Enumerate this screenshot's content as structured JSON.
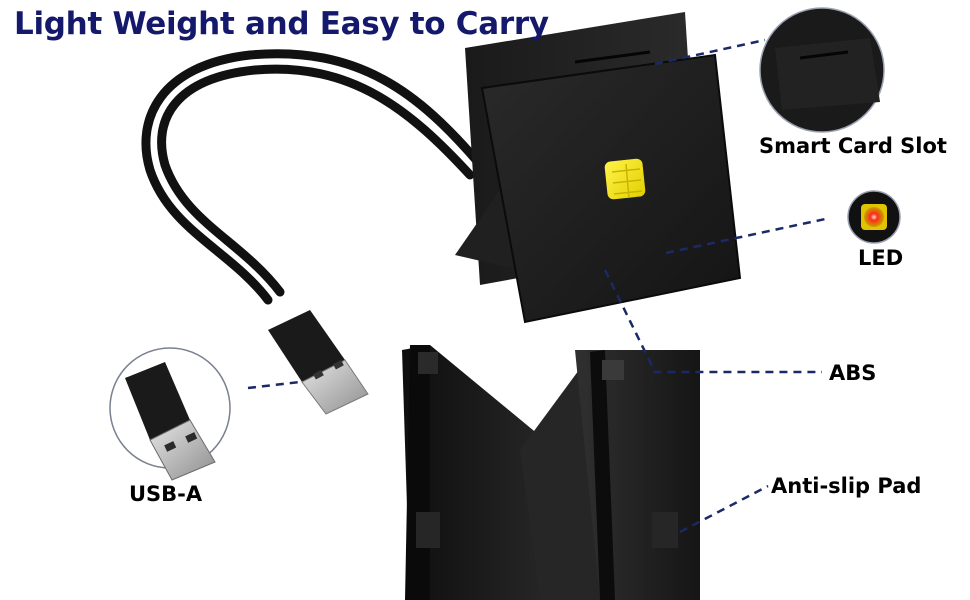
{
  "headline": "Light Weight and Easy to Carry",
  "callouts": {
    "smart_card_slot": "Smart Card Slot",
    "led": "LED",
    "abs": "ABS",
    "usb_a": "USB-A",
    "anti_slip_pad": "Anti-slip Pad"
  },
  "colors": {
    "headline": "#14196b",
    "callout_text": "#000000",
    "leader_line": "#1b2a66",
    "device_body": "#1c1c1c",
    "chip": "#f5e600",
    "led_glow": "#ff2a1a"
  },
  "icons": {
    "product": "smart-card-reader",
    "cable": "usb-cable",
    "connector": "usb-a-plug"
  }
}
